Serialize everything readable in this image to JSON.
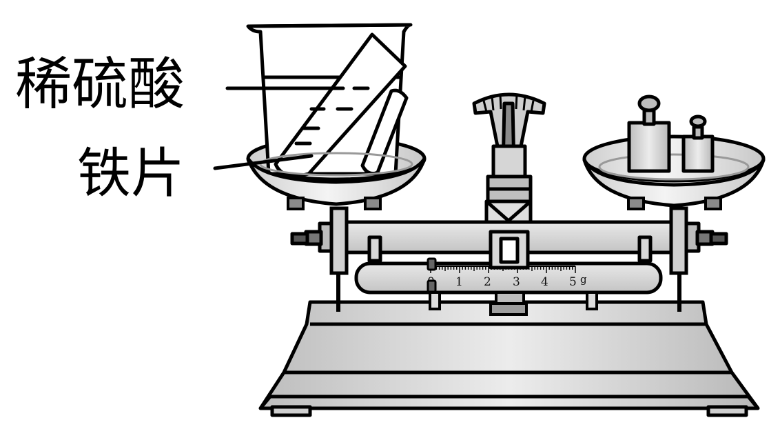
{
  "labels": {
    "acid": "稀硫酸",
    "iron": "铁片"
  },
  "scale": {
    "ticks": [
      "0",
      "1",
      "2",
      "3",
      "4",
      "5"
    ],
    "unit": "g"
  }
}
